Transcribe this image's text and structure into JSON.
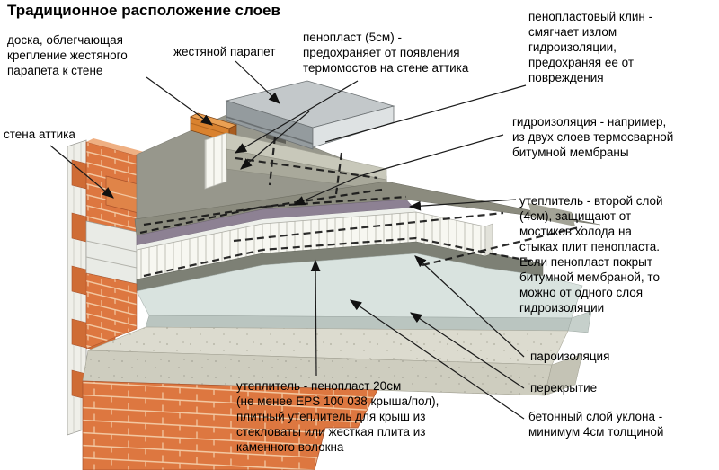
{
  "title": "Традиционное расположение слоев",
  "labels": {
    "board": "доска, облегчающая\nкрепление жестяного\nпарапета к стене",
    "tin_parapet": "жестяной парапет",
    "foam_5cm": "пенопласт (5см) -\nпредохраняет от появления\nтермомостов на стене аттика",
    "foam_wedge": "пенопластовый клин -\nсмягчает излом\nгидроизоляции,\nпредохраняя ее от\nповреждения",
    "waterproofing": "гидроизоляция - например,\nиз двух слоев термосварной\nбитумной мембраны",
    "insulation_second_layer": "утеплитель - второй слой\n(4см), защищают от\nмостиков холода на\nстыках плит пенопласта.\nЕсли пенопласт покрыт\nбитумной мембраной, то\nможно от одного слоя\nгидроизоляции",
    "attic_wall": "стена аттика",
    "insulation_20cm": "утеплитель - пенопласт 20см\n(не менее EPS 100 038 крыша/пол),\nплитный утеплитель для крыш из\nстекловаты или жесткая плита из\nкаменного волокна",
    "vapor_barrier": "пароизоляция",
    "floor_slab": "перекрытие",
    "concrete_slope": "бетонный слой уклона -\nминимум 4см толщиной"
  },
  "colors": {
    "brick": "#dd7740",
    "brick_joint": "#f2c7a1",
    "membrane": "#8b8b7e",
    "insulation_foam": "#f7f7f1",
    "second_insulation": "#8d8193",
    "vapor_barrier": "#7d8075",
    "slope_concrete": "#d9e3df",
    "floor_slab_concrete": "#dcdbcf",
    "metal_cap": "#c3c8ca",
    "wood_board": "#d9822f",
    "line": "#1a1a1a"
  }
}
